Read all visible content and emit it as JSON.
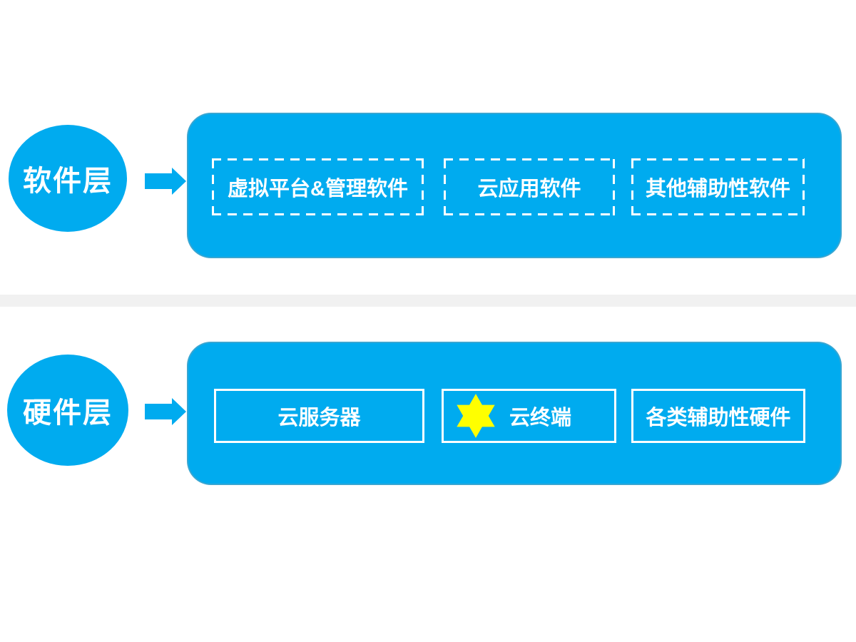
{
  "colors": {
    "shape_blue": "#00abef",
    "box_border_white": "#ffffff",
    "text_white": "#ffffff",
    "star_yellow": "#ffff00",
    "divider_gray": "#f1f1f1"
  },
  "software_layer": {
    "circle_label": "软件层",
    "items": [
      {
        "label": "虚拟平台&管理软件"
      },
      {
        "label": "云应用软件"
      },
      {
        "label": "其他辅助性软件"
      }
    ]
  },
  "hardware_layer": {
    "circle_label": "硬件层",
    "items": [
      {
        "label": "云服务器"
      },
      {
        "label": "云终端",
        "icon": "six-pointed-star-icon"
      },
      {
        "label": "各类辅助性硬件"
      }
    ]
  }
}
